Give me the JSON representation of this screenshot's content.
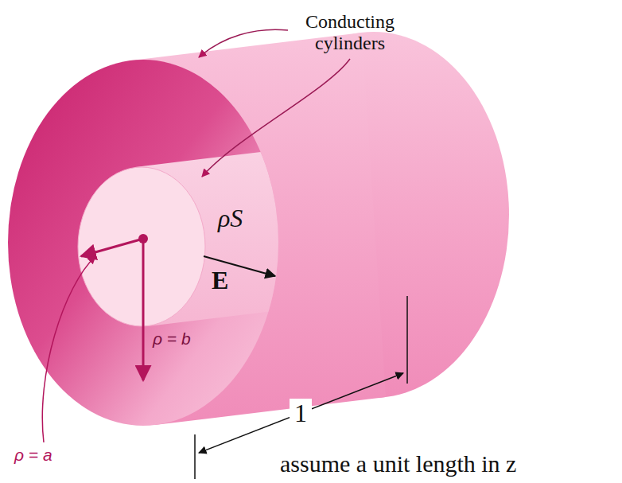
{
  "diagram": {
    "labels": [
      "Conducting cylinders",
      "ρS",
      "E",
      "ρ = b",
      "ρ = a",
      "1",
      "assume a unit length in z"
    ]
  }
}
